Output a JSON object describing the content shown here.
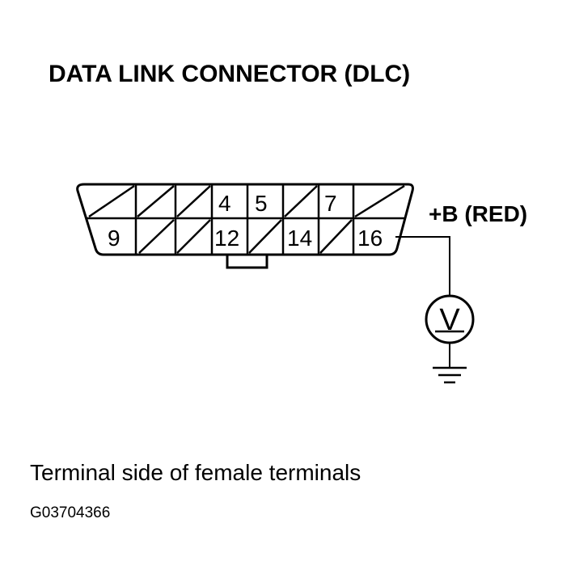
{
  "title": "DATA LINK CONNECTOR (DLC)",
  "connector": {
    "top_row": [
      {
        "pin": "",
        "used": false
      },
      {
        "pin": "",
        "used": false
      },
      {
        "pin": "",
        "used": false
      },
      {
        "pin": "4",
        "used": true
      },
      {
        "pin": "5",
        "used": true
      },
      {
        "pin": "",
        "used": false
      },
      {
        "pin": "7",
        "used": true
      },
      {
        "pin": "",
        "used": false
      }
    ],
    "bottom_row": [
      {
        "pin": "9",
        "used": true
      },
      {
        "pin": "",
        "used": false
      },
      {
        "pin": "",
        "used": false
      },
      {
        "pin": "12",
        "used": true
      },
      {
        "pin": "",
        "used": false
      },
      {
        "pin": "14",
        "used": true
      },
      {
        "pin": "",
        "used": false
      },
      {
        "pin": "16",
        "used": true
      }
    ]
  },
  "wire_label": "+B (RED)",
  "meter_symbol": "V",
  "caption": "Terminal side of female terminals",
  "figure_code": "G03704366"
}
